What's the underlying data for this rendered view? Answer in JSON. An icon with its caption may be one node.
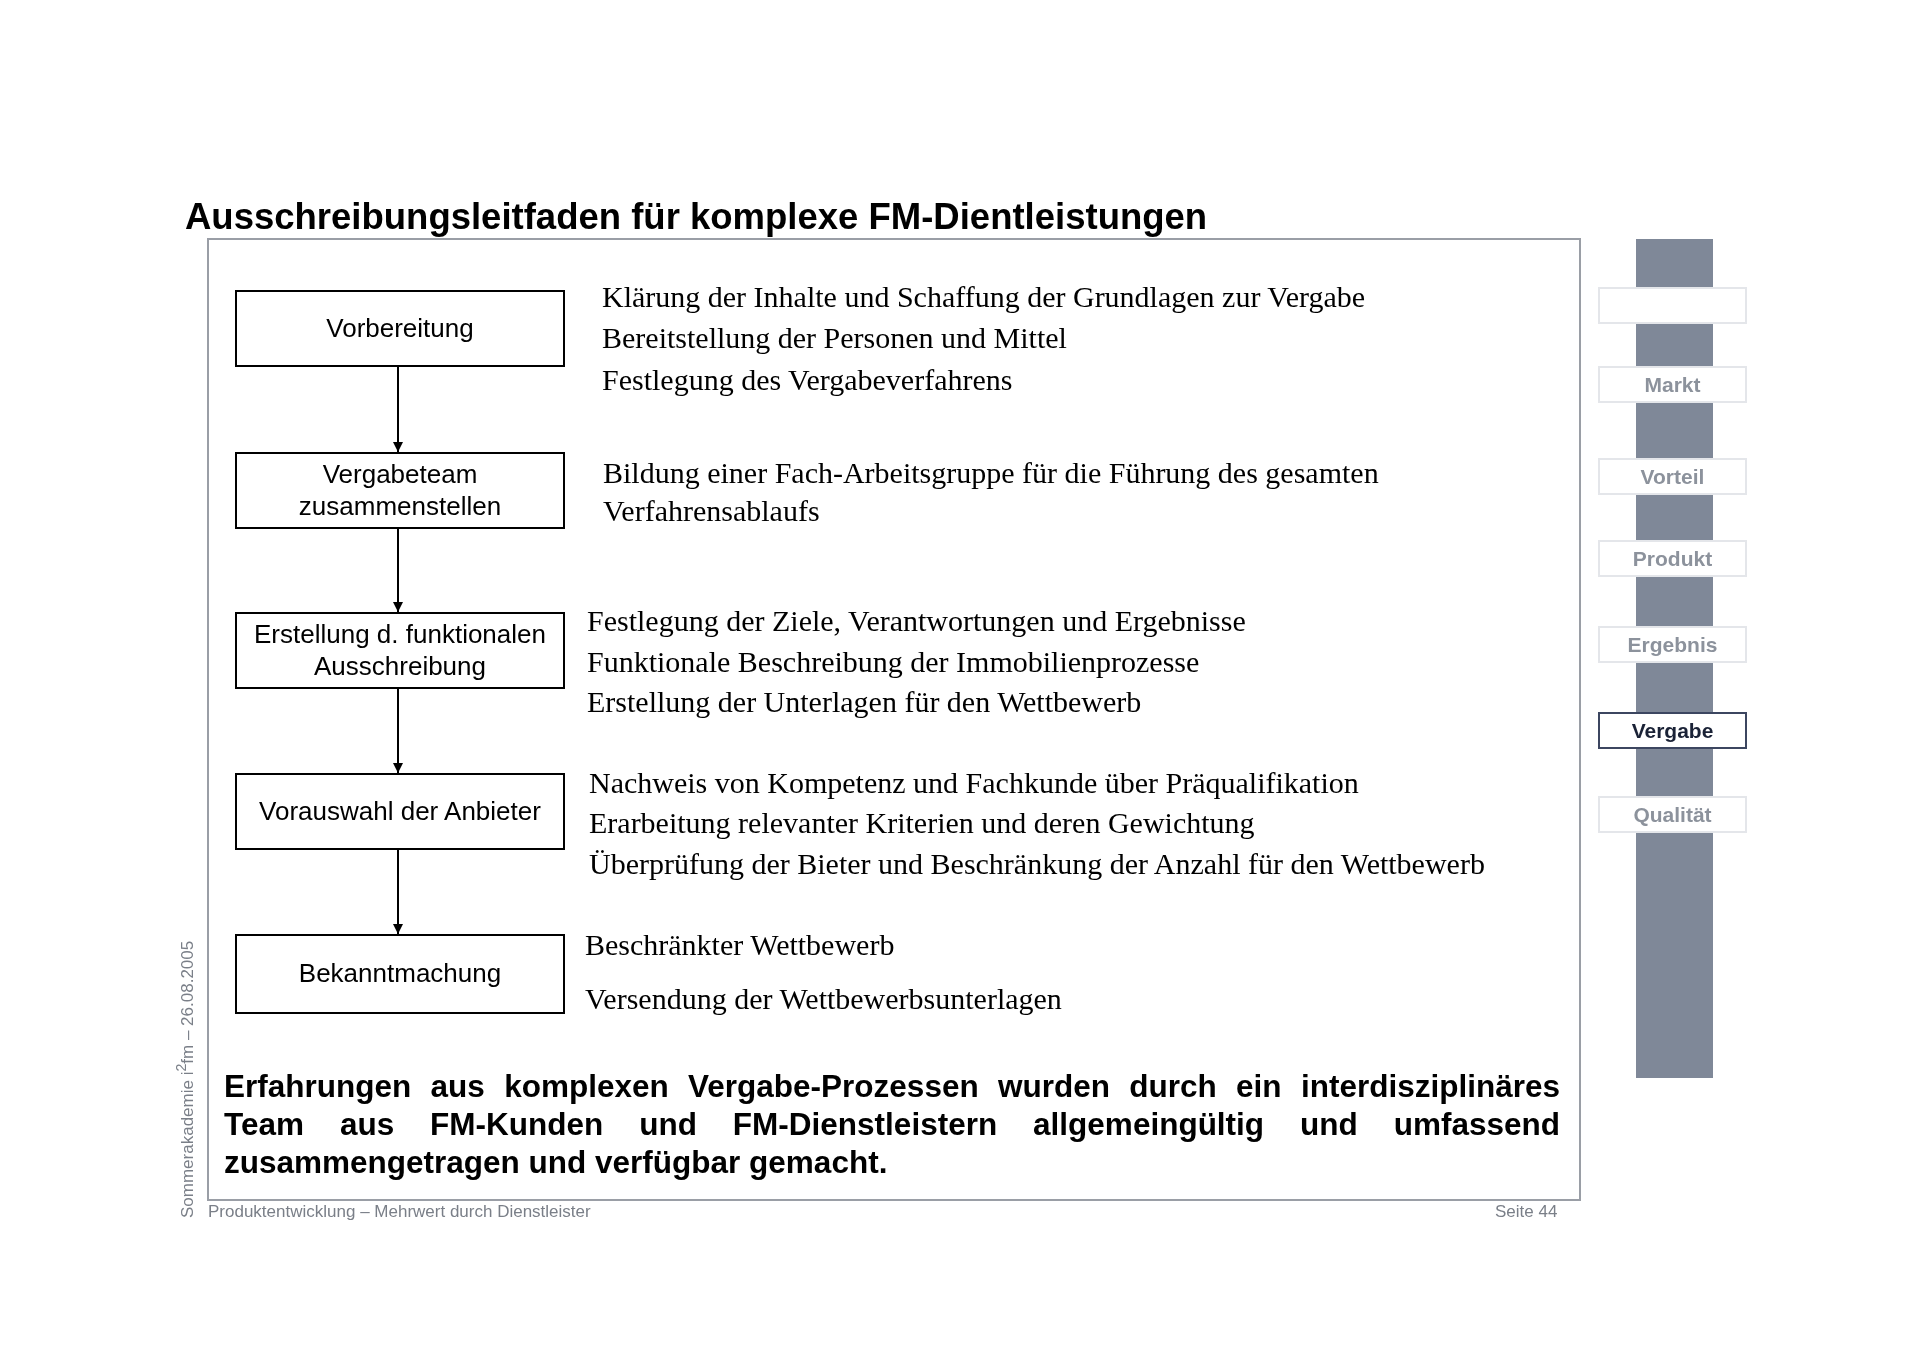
{
  "diagram": {
    "title": "Ausschreibungsleitfaden für komplexe FM-Dientleistungen",
    "nodes": [
      {
        "text": [
          "Vorbereitung"
        ],
        "beside": [
          "Klärung der Inhalte und Schaffung der Grundlagen zur Vergabe",
          "Bereitstellung der Personen und Mittel",
          "Festlegung des Vergabeverfahrens"
        ]
      },
      {
        "text": [
          "Vergabeteam zusammenstellen"
        ],
        "beside": [
          "Bildung einer Fach-Arbeitsgruppe für die Führung des gesamten Verfahrensablaufs"
        ]
      },
      {
        "text": [
          "Erstellung d.  funktionalen Ausschreibung"
        ],
        "beside": [
          "Festlegung der Ziele, Verantwortungen und Ergebnisse",
          "Funktionale Beschreibung der Immobilienprozesse",
          "Erstellung der Unterlagen für den Wettbewerb"
        ]
      },
      {
        "text": [
          "Vorauswahl der Anbieter"
        ],
        "beside": [
          "Nachweis von Kompetenz und Fachkunde über Präqualifikation",
          "Erarbeitung relevanter Kriterien und deren Gewichtung",
          "Überprüfung der Bieter und Beschränkung der Anzahl für den Wettbewerb"
        ]
      },
      {
        "text": [
          "Bekanntmachung"
        ],
        "beside": [
          "Beschränkter Wettbewerb",
          "Versendung der Wettbewerbsunterlagen"
        ]
      },
      {
        "text": [],
        "shape": "box"
      },
      {
        "text": [
          "Markt"
        ]
      },
      {
        "text": [
          "Vorteil"
        ]
      },
      {
        "text": [
          "Produkt"
        ]
      },
      {
        "text": [
          "Ergebnis"
        ]
      },
      {
        "text": [
          "Vergabe"
        ]
      },
      {
        "text": [
          "Qualität"
        ]
      }
    ],
    "edges": [
      {
        "from": 0,
        "to": 1,
        "arrow": "to"
      },
      {
        "from": 1,
        "to": 2,
        "arrow": "to"
      },
      {
        "from": 2,
        "to": 3,
        "arrow": "to"
      },
      {
        "from": 3,
        "to": 4,
        "arrow": "to"
      }
    ],
    "labels": [
      "Erfahrungen aus komplexen Vergabe-Prozessen wurden durch ein interdisziplinäres Team aus FM-Kunden und FM-Dienstleistern allgemeingültig und umfassend zusammengetragen und verfügbar gemacht.",
      "Sommerakademie i$^{2}$fm – 26.08.2005",
      "Produktentwicklung – Mehrwert durch Dienstleister",
      "Seite 44"
    ]
  }
}
